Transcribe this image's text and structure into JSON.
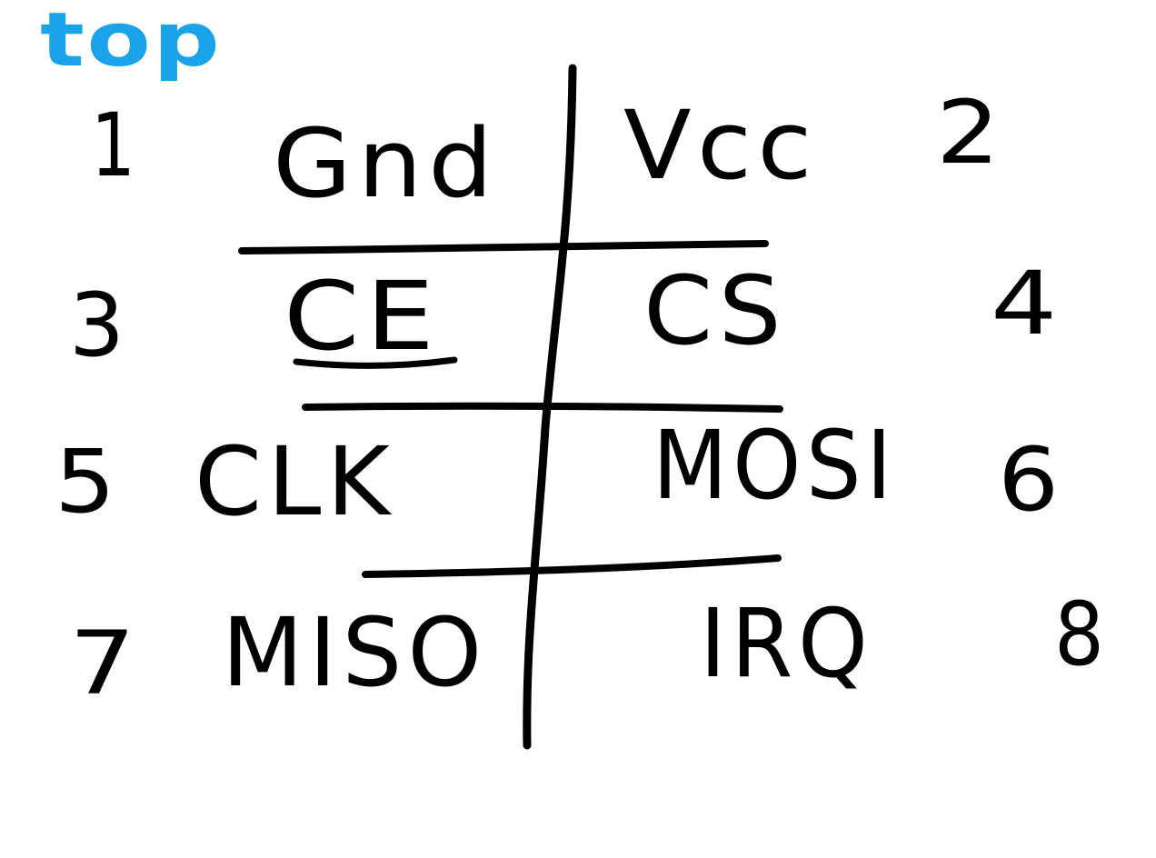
{
  "title": {
    "text": "top",
    "color": "#1aa3e8"
  },
  "ink_color": "#000000",
  "pins": [
    {
      "number": "1",
      "label": "Gnd"
    },
    {
      "number": "2",
      "label": "Vcc"
    },
    {
      "number": "3",
      "label": "CE"
    },
    {
      "number": "4",
      "label": "CS"
    },
    {
      "number": "5",
      "label": "CLK"
    },
    {
      "number": "6",
      "label": "MOSI"
    },
    {
      "number": "7",
      "label": "MISO"
    },
    {
      "number": "8",
      "label": "IRQ"
    }
  ]
}
